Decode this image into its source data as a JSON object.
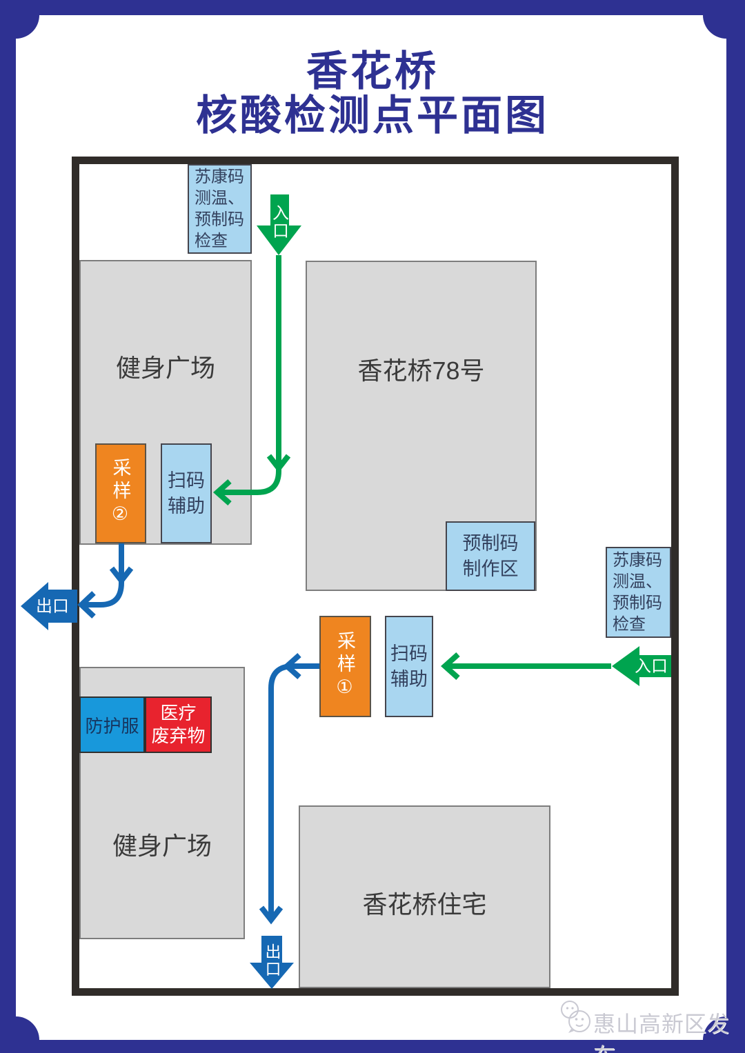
{
  "title": {
    "line1": "香花桥",
    "line2": "核酸检测点平面图"
  },
  "zones": {
    "gym_top": {
      "label": "健身广场"
    },
    "building78": {
      "label": "香花桥78号"
    },
    "gym_bottom": {
      "label": "健身广场"
    },
    "residence": {
      "label": "香花桥住宅"
    },
    "precode_area": {
      "line1": "预制码",
      "line2": "制作区"
    },
    "sukang_top": {
      "line1": "苏康码",
      "line2": "测温、",
      "line3": "预制码",
      "line4": "检查"
    },
    "sukang_right": {
      "line1": "苏康码",
      "line2": "测温、",
      "line3": "预制码",
      "line4": "检查"
    },
    "sampling2": {
      "label": "采样②"
    },
    "sampling1": {
      "label": "采样①"
    },
    "scan_assist_top": {
      "line1": "扫码",
      "line2": "辅助"
    },
    "scan_assist_bottom": {
      "line1": "扫码",
      "line2": "辅助"
    },
    "ppe": {
      "label": "防护服"
    },
    "medical_waste": {
      "line1": "医疗",
      "line2": "废弃物"
    }
  },
  "arrows": {
    "entrance_top": {
      "label": "入口"
    },
    "entrance_right": {
      "label": "入口"
    },
    "exit_left": {
      "label": "出口"
    },
    "exit_bottom": {
      "label": "出口"
    }
  },
  "footer": {
    "watermark": "惠山高新区发布"
  },
  "colors": {
    "frame_blue": "#2e3192",
    "title_blue": "#2e3192",
    "wall_black": "#302c29",
    "zone_gray": "#d9d9d9",
    "light_blue": "#a9d6f0",
    "orange": "#ef8520",
    "bright_blue": "#1898db",
    "red": "#e8232e",
    "path_green": "#00a44f",
    "path_blue": "#1668b3",
    "watermark_gray": "#c9c9d2"
  }
}
